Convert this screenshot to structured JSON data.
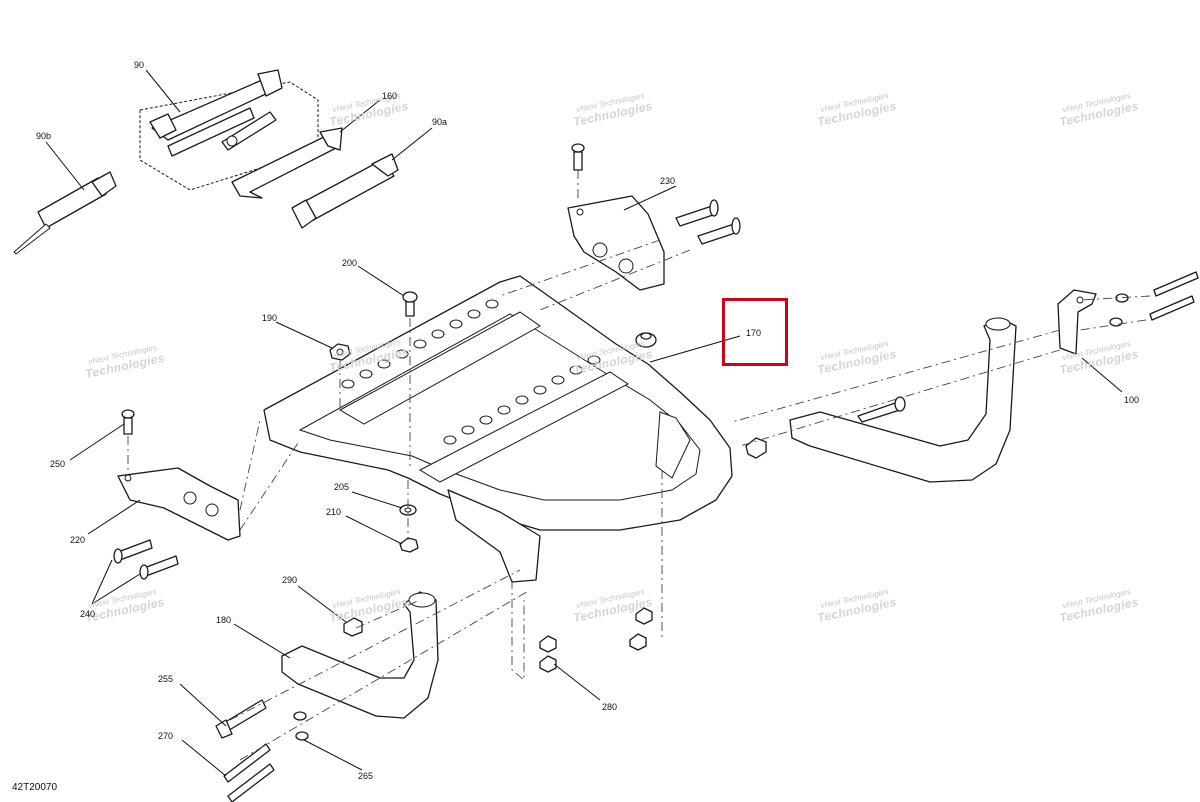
{
  "diagram": {
    "drawing_code": "42T20070",
    "highlighted_callout": "170",
    "highlight_color": "#d0021b",
    "watermark": {
      "line1": "vNext Technologies",
      "line2": "Technologies"
    },
    "callouts": [
      {
        "id": "90"
      },
      {
        "id": "160"
      },
      {
        "id": "90a"
      },
      {
        "id": "90b"
      },
      {
        "id": "230"
      },
      {
        "id": "200"
      },
      {
        "id": "190"
      },
      {
        "id": "170"
      },
      {
        "id": "100"
      },
      {
        "id": "250"
      },
      {
        "id": "205"
      },
      {
        "id": "210"
      },
      {
        "id": "220"
      },
      {
        "id": "240"
      },
      {
        "id": "290"
      },
      {
        "id": "180"
      },
      {
        "id": "255"
      },
      {
        "id": "270"
      },
      {
        "id": "265"
      },
      {
        "id": "280"
      }
    ]
  }
}
